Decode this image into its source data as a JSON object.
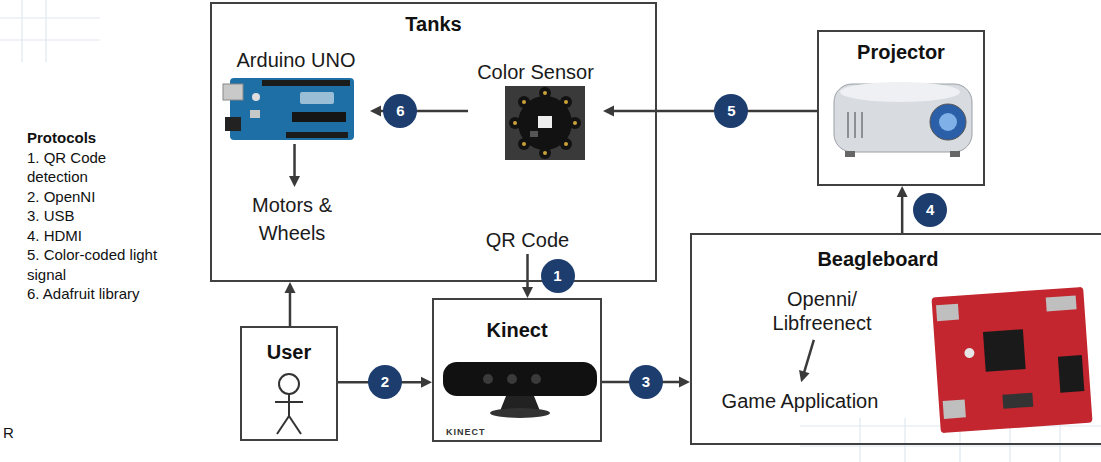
{
  "diagram": {
    "nodes": [
      {
        "text": [
          "Tanks"
        ]
      },
      {
        "text": [
          "Arduino UNO"
        ],
        "in": 0
      },
      {
        "text": [
          "Color Sensor"
        ],
        "in": 0
      },
      {
        "text": [
          "Motors & Wheels"
        ],
        "in": 0
      },
      {
        "text": [
          "QR Code"
        ],
        "in": 0
      },
      {
        "text": [
          "Projector"
        ]
      },
      {
        "text": [
          "Beagleboard"
        ]
      },
      {
        "text": [
          "Openni/ Libfreenect"
        ],
        "in": 6
      },
      {
        "text": [
          "Game Application"
        ],
        "in": 6
      },
      {
        "text": [
          "User"
        ]
      },
      {
        "text": [
          "Kinect"
        ]
      }
    ],
    "edges": [
      {
        "from": 2,
        "to": 1,
        "arrow": "to",
        "label": "6"
      },
      {
        "from": 5,
        "to": 2,
        "arrow": "to",
        "label": "5"
      },
      {
        "from": 6,
        "to": 5,
        "arrow": "to",
        "label": "4"
      },
      {
        "from": 10,
        "to": 6,
        "arrow": "to",
        "label": "3"
      },
      {
        "from": 9,
        "to": 10,
        "arrow": "to",
        "label": "2"
      },
      {
        "from": 4,
        "to": 10,
        "arrow": "to",
        "label": "1"
      },
      {
        "from": 9,
        "to": 0,
        "arrow": "to"
      },
      {
        "from": 1,
        "to": 3,
        "arrow": "to"
      },
      {
        "from": 7,
        "to": 8,
        "arrow": "to"
      }
    ],
    "labels": [
      "Protocols",
      "1. QR Code detection",
      "2. OpenNI",
      "3. USB",
      "4. HDMI",
      "5. Color-coded light signal",
      "6. Adafruit library",
      "KINECT",
      "R"
    ]
  }
}
